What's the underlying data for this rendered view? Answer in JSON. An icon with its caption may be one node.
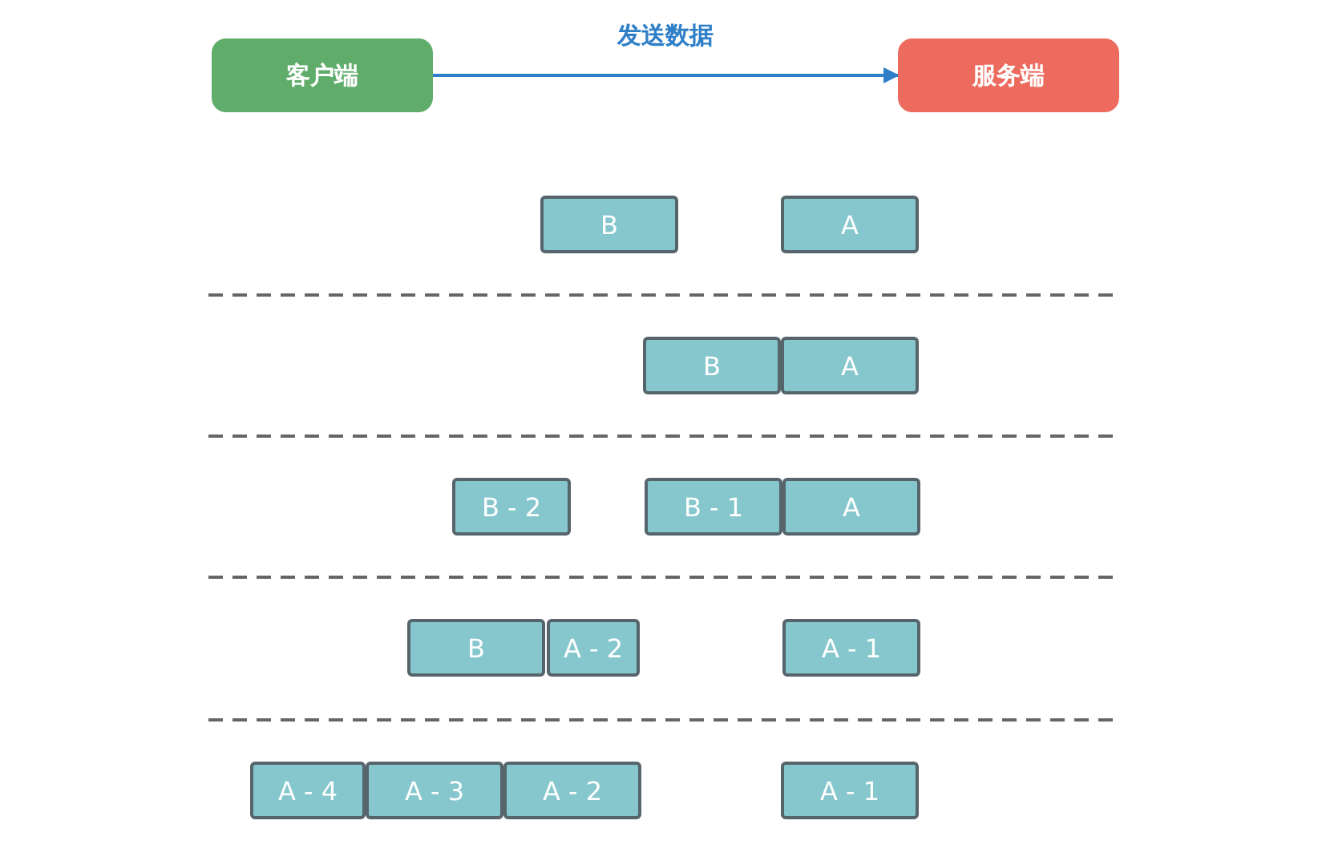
{
  "diagram": {
    "nodes": [
      {
        "text": [
          "客户端"
        ]
      },
      {
        "text": [
          "服务端"
        ]
      },
      {
        "text": [
          "B"
        ]
      },
      {
        "text": [
          "A"
        ]
      },
      {
        "text": [
          "B"
        ]
      },
      {
        "text": [
          "A"
        ]
      },
      {
        "text": [
          "B - 2"
        ]
      },
      {
        "text": [
          "B - 1"
        ]
      },
      {
        "text": [
          "A"
        ]
      },
      {
        "text": [
          "B"
        ]
      },
      {
        "text": [
          "A - 2"
        ]
      },
      {
        "text": [
          "A - 1"
        ]
      },
      {
        "text": [
          "A - 4"
        ]
      },
      {
        "text": [
          "A - 3"
        ]
      },
      {
        "text": [
          "A - 2"
        ]
      },
      {
        "text": [
          "A - 1"
        ]
      }
    ],
    "edges": [
      {
        "from": 0,
        "to": 1,
        "arrow": "to",
        "label": "发送数据",
        "color": "#2f7fc8"
      }
    ]
  }
}
